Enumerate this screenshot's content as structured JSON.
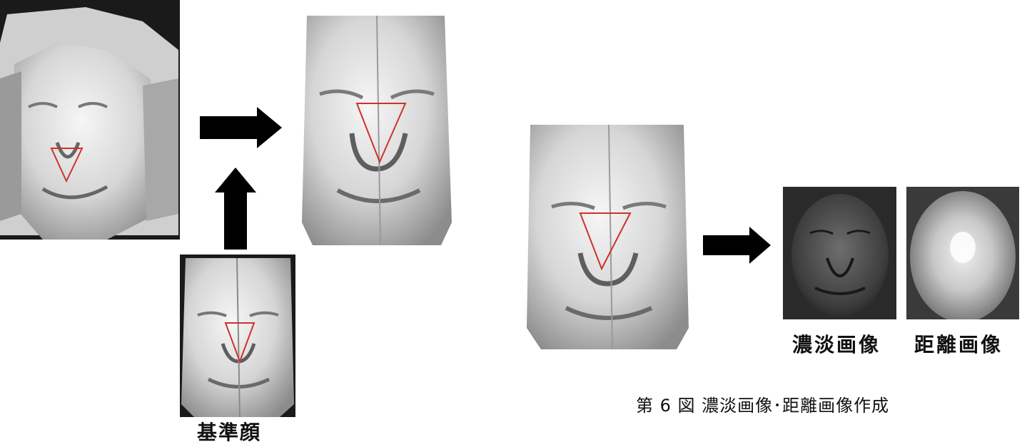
{
  "labels": {
    "base_face": "基準顔",
    "grayscale_image": "濃淡画像",
    "range_image": "距離画像"
  },
  "caption": "第 6 図  濃淡画像･距離画像作成",
  "colors": {
    "triangle": "#d0312d",
    "arrow": "#000000"
  }
}
